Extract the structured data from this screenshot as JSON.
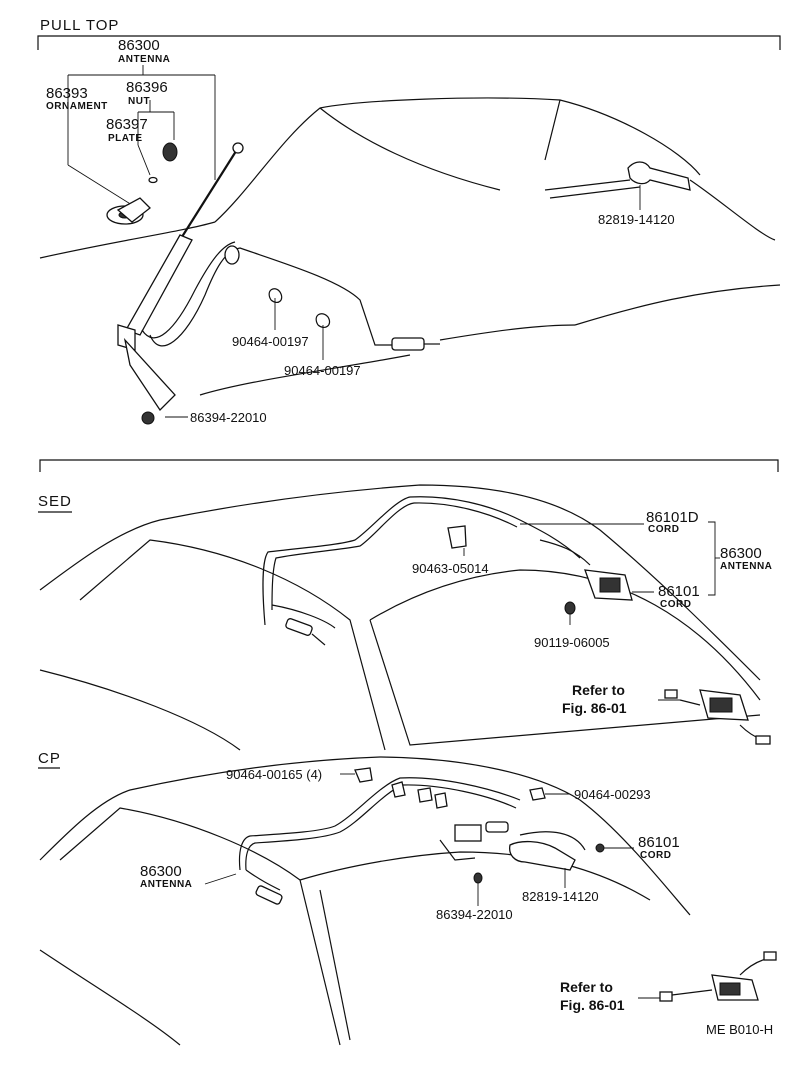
{
  "sections": {
    "pull_top": "PULL TOP",
    "sed": "SED",
    "cp": "CP"
  },
  "pull_top": {
    "p86300": {
      "number": "86300",
      "name": "ANTENNA"
    },
    "p86396": {
      "number": "86396",
      "name": "NUT"
    },
    "p86393": {
      "number": "86393",
      "name": "ORNAMENT"
    },
    "p86397": {
      "number": "86397",
      "name": "PLATE"
    },
    "p82819": "82819-14120",
    "p90464a": "90464-00197",
    "p90464b": "90464-00197",
    "p86394": "86394-22010"
  },
  "sed": {
    "p86101D": {
      "number": "86101D",
      "name": "CORD"
    },
    "p86300": {
      "number": "86300",
      "name": "ANTENNA"
    },
    "p86101": {
      "number": "86101",
      "name": "CORD"
    },
    "p90463": "90463-05014",
    "p90119": "90119-06005",
    "refer_line1": "Refer to",
    "refer_line2": "Fig. 86-01"
  },
  "cp": {
    "p90464_165": "90464-00165 (4)",
    "p90464_293": "90464-00293",
    "p86101": {
      "number": "86101",
      "name": "CORD"
    },
    "p86300": {
      "number": "86300",
      "name": "ANTENNA"
    },
    "p82819": "82819-14120",
    "p86394": "86394-22010",
    "refer_line1": "Refer to",
    "refer_line2": "Fig. 86-01"
  },
  "figure_code": "ME  B010-H"
}
